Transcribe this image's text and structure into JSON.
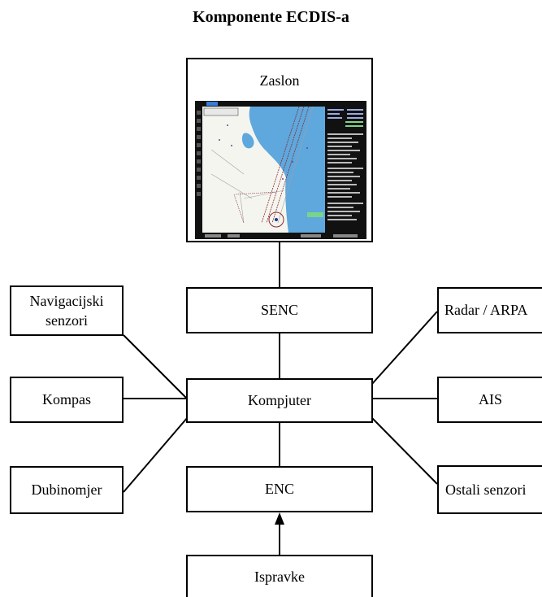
{
  "title": "Komponente ECDIS-a",
  "display": {
    "label": "Zaslon"
  },
  "nodes": {
    "senc": "SENC",
    "computer": "Kompjuter",
    "enc": "ENC",
    "updates": "Ispravke",
    "nav_sensors_line1": "Navigacijski",
    "nav_sensors_line2": "senzori",
    "compass": "Kompas",
    "echo_sounder": "Dubinomjer",
    "radar": "Radar / ARPA",
    "ais": "AIS",
    "other_sensors": "Ostali senzori"
  },
  "colors": {
    "sea": "#5ea8de",
    "land": "#f5f5f0",
    "panel": "#111111",
    "route": "#8b2a2a",
    "track": "#a0a0a0",
    "highlight": "#e0c070"
  }
}
